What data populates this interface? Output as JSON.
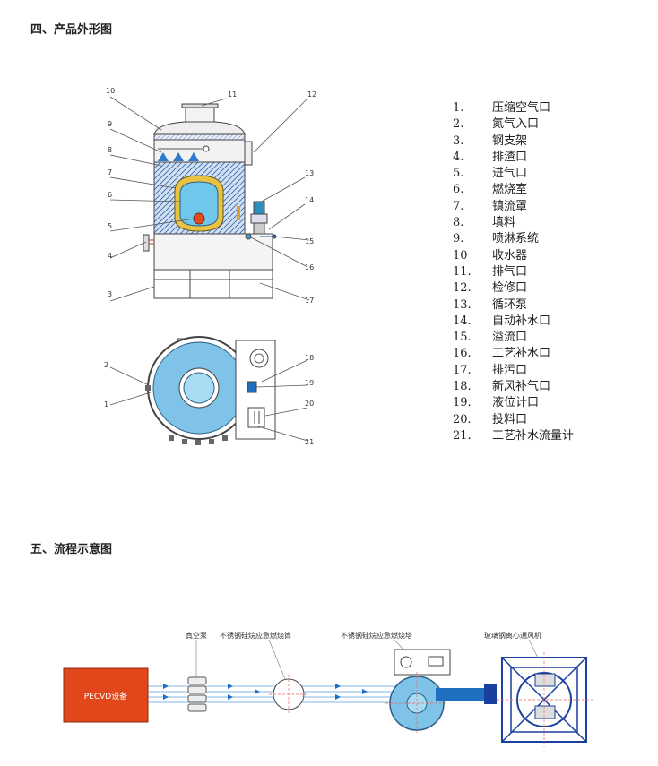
{
  "section4_title": "四、产品外形图",
  "section5_title": "五、流程示意图",
  "callouts_side": [
    "10",
    "11",
    "12",
    "9",
    "8",
    "7",
    "6",
    "5",
    "4",
    "3",
    "13",
    "14",
    "15",
    "16",
    "17"
  ],
  "callouts_top": [
    "2",
    "1",
    "18",
    "19",
    "20",
    "21"
  ],
  "legend": [
    {
      "num": "1.",
      "label": "压缩空气口"
    },
    {
      "num": "2.",
      "label": "氮气入口"
    },
    {
      "num": "3.",
      "label": "钢支架"
    },
    {
      "num": "4.",
      "label": "排渣口"
    },
    {
      "num": "5.",
      "label": "进气口"
    },
    {
      "num": "6.",
      "label": "燃烧室"
    },
    {
      "num": "7.",
      "label": "镇流罩"
    },
    {
      "num": "8.",
      "label": "填料"
    },
    {
      "num": "9.",
      "label": "喷淋系统"
    },
    {
      "num": "10",
      "label": "收水器"
    },
    {
      "num": "11.",
      "label": "排气口"
    },
    {
      "num": "12.",
      "label": "检修口"
    },
    {
      "num": "13.",
      "label": "循环泵"
    },
    {
      "num": "14.",
      "label": "自动补水口"
    },
    {
      "num": "15.",
      "label": "溢流口"
    },
    {
      "num": "16.",
      "label": "工艺补水口"
    },
    {
      "num": "17.",
      "label": "排污口"
    },
    {
      "num": "18.",
      "label": "新风补气口"
    },
    {
      "num": "19.",
      "label": "液位计口"
    },
    {
      "num": "20.",
      "label": "投料口"
    },
    {
      "num": "21.",
      "label": "工艺补水流量计"
    }
  ],
  "flow": {
    "pecvd_label": "PECVD设备",
    "vacuum_pump_label": "真空泵",
    "burner_tube_label": "不锈钢硅烷应急燃烧筒",
    "burner_tower_label": "不锈钢硅烷应急燃烧塔",
    "fan_label": "玻璃钢离心通风机"
  },
  "colors": {
    "pecvd_red": "#e2471c",
    "tank_blue": "#7fc3e8",
    "pipe_blue": "#1f6fc0",
    "fan_navy": "#1a3f9e",
    "outline": "#444444"
  }
}
